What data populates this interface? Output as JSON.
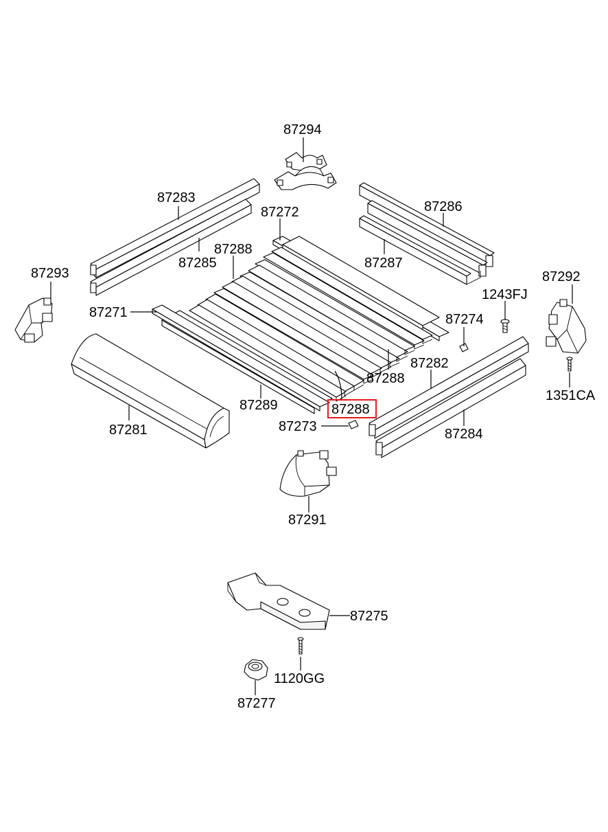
{
  "colors": {
    "line": "#000000",
    "background": "#ffffff",
    "highlight": "#e8191c"
  },
  "highlighted_part": "87288",
  "labels": {
    "p87294": "87294",
    "p87283": "87283",
    "p87285": "87285",
    "p87272": "87272",
    "p87286": "87286",
    "p87287": "87287",
    "p87288_top": "87288",
    "p87293": "87293",
    "p87292": "87292",
    "p1243FJ": "1243FJ",
    "p87271": "87271",
    "p87274": "87274",
    "p87282": "87282",
    "p87288_right": "87288",
    "p87289": "87289",
    "p87288_box": "87288",
    "p87281": "87281",
    "p87273": "87273",
    "p87284": "87284",
    "p1351CA": "1351CA",
    "p87291": "87291",
    "p87275": "87275",
    "p1120GG": "1120GG",
    "p87277": "87277"
  }
}
